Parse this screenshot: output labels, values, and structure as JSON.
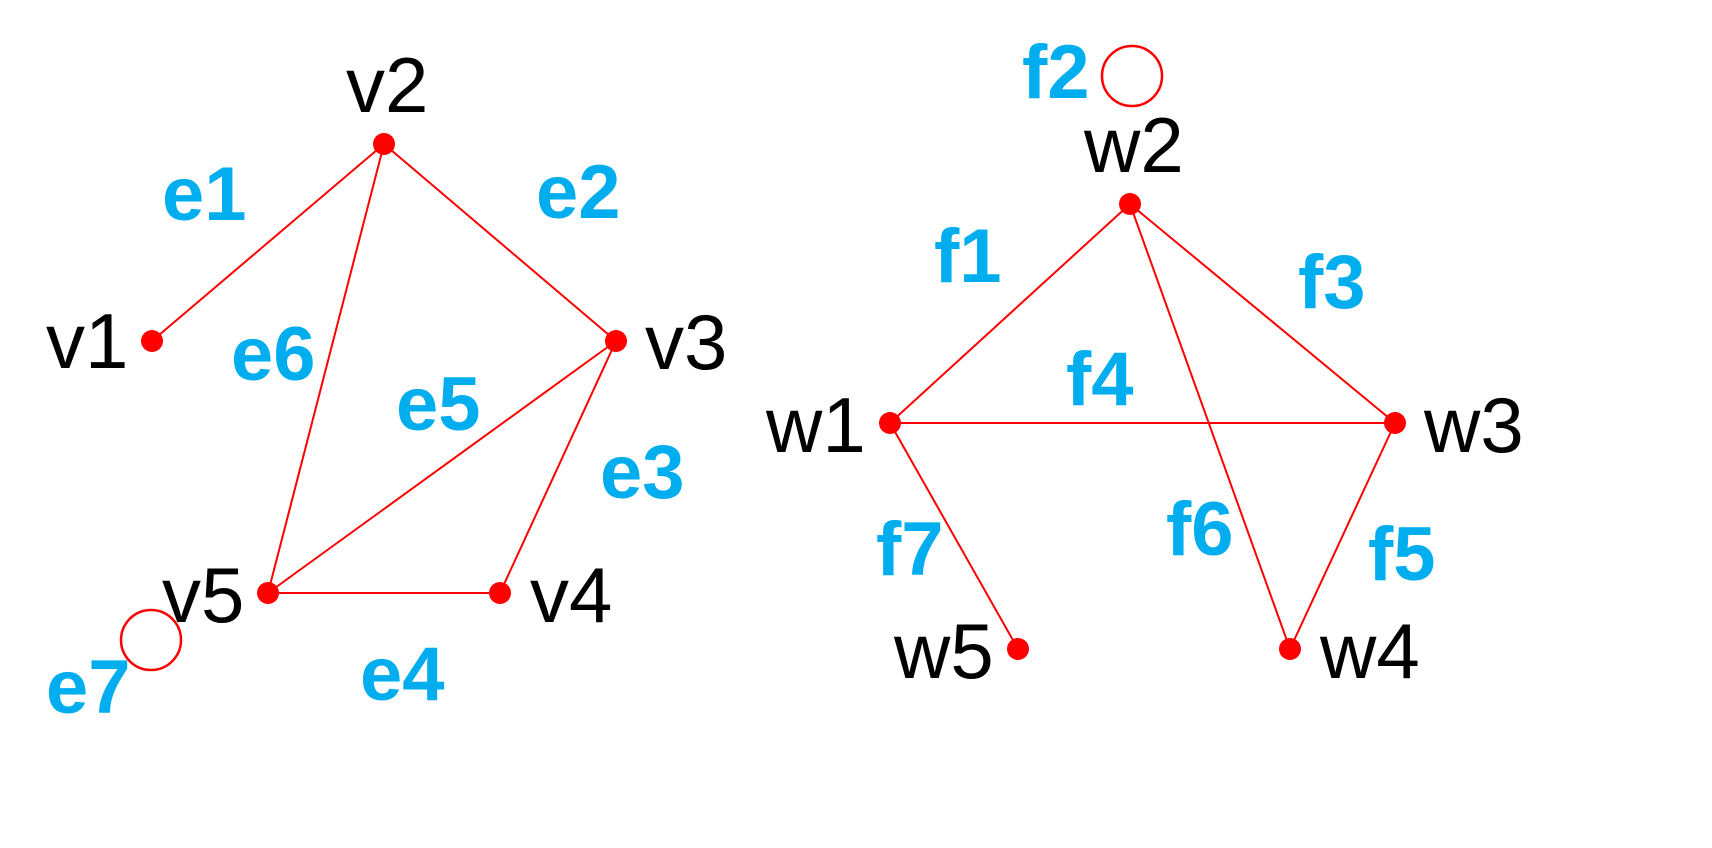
{
  "colors": {
    "edge": "#ff0000",
    "node": "#ff0000",
    "vertex_label": "#000000",
    "edge_label": "#00aeef"
  },
  "graph_left": {
    "vertices": [
      "v1",
      "v2",
      "v3",
      "v4",
      "v5"
    ],
    "edges": [
      {
        "label": "e1",
        "from": "v1",
        "to": "v2"
      },
      {
        "label": "e2",
        "from": "v2",
        "to": "v3"
      },
      {
        "label": "e3",
        "from": "v3",
        "to": "v4"
      },
      {
        "label": "e4",
        "from": "v5",
        "to": "v4"
      },
      {
        "label": "e5",
        "from": "v5",
        "to": "v3"
      },
      {
        "label": "e6",
        "from": "v2",
        "to": "v5"
      },
      {
        "label": "e7",
        "from": "v5",
        "to": "v5"
      }
    ]
  },
  "graph_right": {
    "vertices": [
      "w1",
      "w2",
      "w3",
      "w4",
      "w5"
    ],
    "edges": [
      {
        "label": "f1",
        "from": "w1",
        "to": "w2"
      },
      {
        "label": "f2",
        "from": "w2",
        "to": "w2"
      },
      {
        "label": "f3",
        "from": "w2",
        "to": "w3"
      },
      {
        "label": "f4",
        "from": "w1",
        "to": "w3"
      },
      {
        "label": "f5",
        "from": "w3",
        "to": "w4"
      },
      {
        "label": "f6",
        "from": "w2",
        "to": "w4"
      },
      {
        "label": "f7",
        "from": "w1",
        "to": "w5"
      }
    ]
  }
}
